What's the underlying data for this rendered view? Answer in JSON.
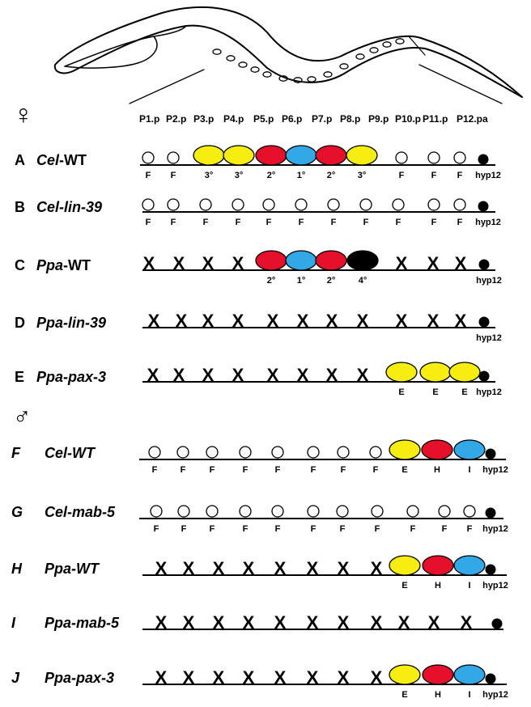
{
  "headers": [
    "P1.p",
    "P2.p",
    "P3.p",
    "P4.p",
    "P5.p",
    "P6.p",
    "P7.p",
    "P8.p",
    "P9.p",
    "P10.p",
    "P11.p",
    "P12.pa"
  ],
  "symbols": {
    "hermaphrodite": "♀",
    "male": "♂"
  },
  "colors": {
    "yellow": "#f5ee10",
    "red": "#e6102a",
    "blue": "#33a8e6",
    "black": "#000000",
    "white": "#ffffff"
  },
  "hermaphrodite_rows": [
    {
      "letter": "A",
      "pre": "",
      "genus": "Cel",
      "post": "-WT",
      "cells": [
        {
          "t": "o",
          "l": "F"
        },
        {
          "t": "o",
          "l": "F"
        },
        {
          "t": "y",
          "l": "3°"
        },
        {
          "t": "y",
          "l": "3°"
        },
        {
          "t": "r",
          "l": "2°"
        },
        {
          "t": "b",
          "l": "1°"
        },
        {
          "t": "r",
          "l": "2°"
        },
        {
          "t": "y",
          "l": "3°"
        },
        {
          "t": "o",
          "l": "F"
        },
        {
          "t": "o",
          "l": "F"
        },
        {
          "t": "o",
          "l": "F"
        },
        {
          "t": "dot",
          "l": "hyp12"
        }
      ]
    },
    {
      "letter": "B",
      "pre": "",
      "genus": "Cel-lin-39",
      "post": "",
      "cells": [
        {
          "t": "o",
          "l": "F"
        },
        {
          "t": "o",
          "l": "F"
        },
        {
          "t": "o",
          "l": "F"
        },
        {
          "t": "o",
          "l": "F"
        },
        {
          "t": "o",
          "l": "F"
        },
        {
          "t": "o",
          "l": "F"
        },
        {
          "t": "o",
          "l": "F"
        },
        {
          "t": "o",
          "l": "F"
        },
        {
          "t": "o",
          "l": "F"
        },
        {
          "t": "o",
          "l": "F"
        },
        {
          "t": "o",
          "l": "F"
        },
        {
          "t": "dot",
          "l": "hyp12"
        }
      ]
    },
    {
      "letter": "C",
      "pre": "",
      "genus": "Ppa",
      "post": "-WT",
      "cells": [
        {
          "t": "x",
          "l": ""
        },
        {
          "t": "x",
          "l": ""
        },
        {
          "t": "x",
          "l": ""
        },
        {
          "t": "x",
          "l": ""
        },
        {
          "t": "r",
          "l": "2°"
        },
        {
          "t": "b",
          "l": "1°"
        },
        {
          "t": "r",
          "l": "2°"
        },
        {
          "t": "k",
          "l": "4°"
        },
        {
          "t": "x",
          "l": ""
        },
        {
          "t": "x",
          "l": ""
        },
        {
          "t": "x",
          "l": ""
        },
        {
          "t": "dot",
          "l": "hyp12"
        }
      ]
    },
    {
      "letter": "D",
      "pre": "",
      "genus": "Ppa-lin-39",
      "post": "",
      "cells": [
        {
          "t": "x",
          "l": ""
        },
        {
          "t": "x",
          "l": ""
        },
        {
          "t": "x",
          "l": ""
        },
        {
          "t": "x",
          "l": ""
        },
        {
          "t": "x",
          "l": ""
        },
        {
          "t": "x",
          "l": ""
        },
        {
          "t": "x",
          "l": ""
        },
        {
          "t": "x",
          "l": ""
        },
        {
          "t": "x",
          "l": ""
        },
        {
          "t": "x",
          "l": ""
        },
        {
          "t": "x",
          "l": ""
        },
        {
          "t": "dot",
          "l": "hyp12"
        }
      ]
    },
    {
      "letter": "E",
      "pre": "",
      "genus": "Ppa-pax-3",
      "post": "",
      "cells": [
        {
          "t": "x",
          "l": ""
        },
        {
          "t": "x",
          "l": ""
        },
        {
          "t": "x",
          "l": ""
        },
        {
          "t": "x",
          "l": ""
        },
        {
          "t": "x",
          "l": ""
        },
        {
          "t": "x",
          "l": ""
        },
        {
          "t": "x",
          "l": ""
        },
        {
          "t": "x",
          "l": ""
        },
        {
          "t": "y",
          "l": "E"
        },
        {
          "t": "y",
          "l": "E"
        },
        {
          "t": "y",
          "l": "E"
        },
        {
          "t": "dot",
          "l": "hyp12"
        }
      ]
    }
  ],
  "male_rows": [
    {
      "letter": "F",
      "label": "Cel-WT",
      "cells": [
        {
          "t": "o",
          "l": "F"
        },
        {
          "t": "o",
          "l": "F"
        },
        {
          "t": "o",
          "l": "F"
        },
        {
          "t": "o",
          "l": "F"
        },
        {
          "t": "o",
          "l": "F"
        },
        {
          "t": "o",
          "l": "F"
        },
        {
          "t": "o",
          "l": "F"
        },
        {
          "t": "o",
          "l": "F"
        },
        {
          "t": "y",
          "l": "E"
        },
        {
          "t": "r",
          "l": "H"
        },
        {
          "t": "b",
          "l": "I"
        },
        {
          "t": "dot",
          "l": "hyp12"
        }
      ]
    },
    {
      "letter": "G",
      "label": "Cel-mab-5",
      "cells": [
        {
          "t": "o",
          "l": "F"
        },
        {
          "t": "o",
          "l": "F"
        },
        {
          "t": "o",
          "l": "F"
        },
        {
          "t": "o",
          "l": "F"
        },
        {
          "t": "o",
          "l": "F"
        },
        {
          "t": "o",
          "l": "F"
        },
        {
          "t": "o",
          "l": "F"
        },
        {
          "t": "o",
          "l": "F"
        },
        {
          "t": "o",
          "l": "F"
        },
        {
          "t": "o",
          "l": "F"
        },
        {
          "t": "o",
          "l": "F"
        },
        {
          "t": "dot",
          "l": "hyp12"
        }
      ]
    },
    {
      "letter": "H",
      "label": "Ppa-WT",
      "cells": [
        {
          "t": "x",
          "l": ""
        },
        {
          "t": "x",
          "l": ""
        },
        {
          "t": "x",
          "l": ""
        },
        {
          "t": "x",
          "l": ""
        },
        {
          "t": "x",
          "l": ""
        },
        {
          "t": "x",
          "l": ""
        },
        {
          "t": "x",
          "l": ""
        },
        {
          "t": "x",
          "l": ""
        },
        {
          "t": "y",
          "l": "E"
        },
        {
          "t": "r",
          "l": "H"
        },
        {
          "t": "b",
          "l": "I"
        },
        {
          "t": "dot",
          "l": "hyp12"
        }
      ]
    },
    {
      "letter": "I",
      "label": "Ppa-mab-5",
      "cells": [
        {
          "t": "x",
          "l": ""
        },
        {
          "t": "x",
          "l": ""
        },
        {
          "t": "x",
          "l": ""
        },
        {
          "t": "x",
          "l": ""
        },
        {
          "t": "x",
          "l": ""
        },
        {
          "t": "x",
          "l": ""
        },
        {
          "t": "x",
          "l": ""
        },
        {
          "t": "x",
          "l": ""
        },
        {
          "t": "x",
          "l": ""
        },
        {
          "t": "x",
          "l": ""
        },
        {
          "t": "x",
          "l": ""
        },
        {
          "t": "dot",
          "l": ""
        }
      ]
    },
    {
      "letter": "J",
      "label": "Ppa-pax-3",
      "cells": [
        {
          "t": "x",
          "l": ""
        },
        {
          "t": "x",
          "l": ""
        },
        {
          "t": "x",
          "l": ""
        },
        {
          "t": "x",
          "l": ""
        },
        {
          "t": "x",
          "l": ""
        },
        {
          "t": "x",
          "l": ""
        },
        {
          "t": "x",
          "l": ""
        },
        {
          "t": "x",
          "l": ""
        },
        {
          "t": "y",
          "l": "E"
        },
        {
          "t": "r",
          "l": "H"
        },
        {
          "t": "b",
          "l": "I"
        },
        {
          "t": "dot",
          "l": "hyp12"
        }
      ]
    }
  ]
}
